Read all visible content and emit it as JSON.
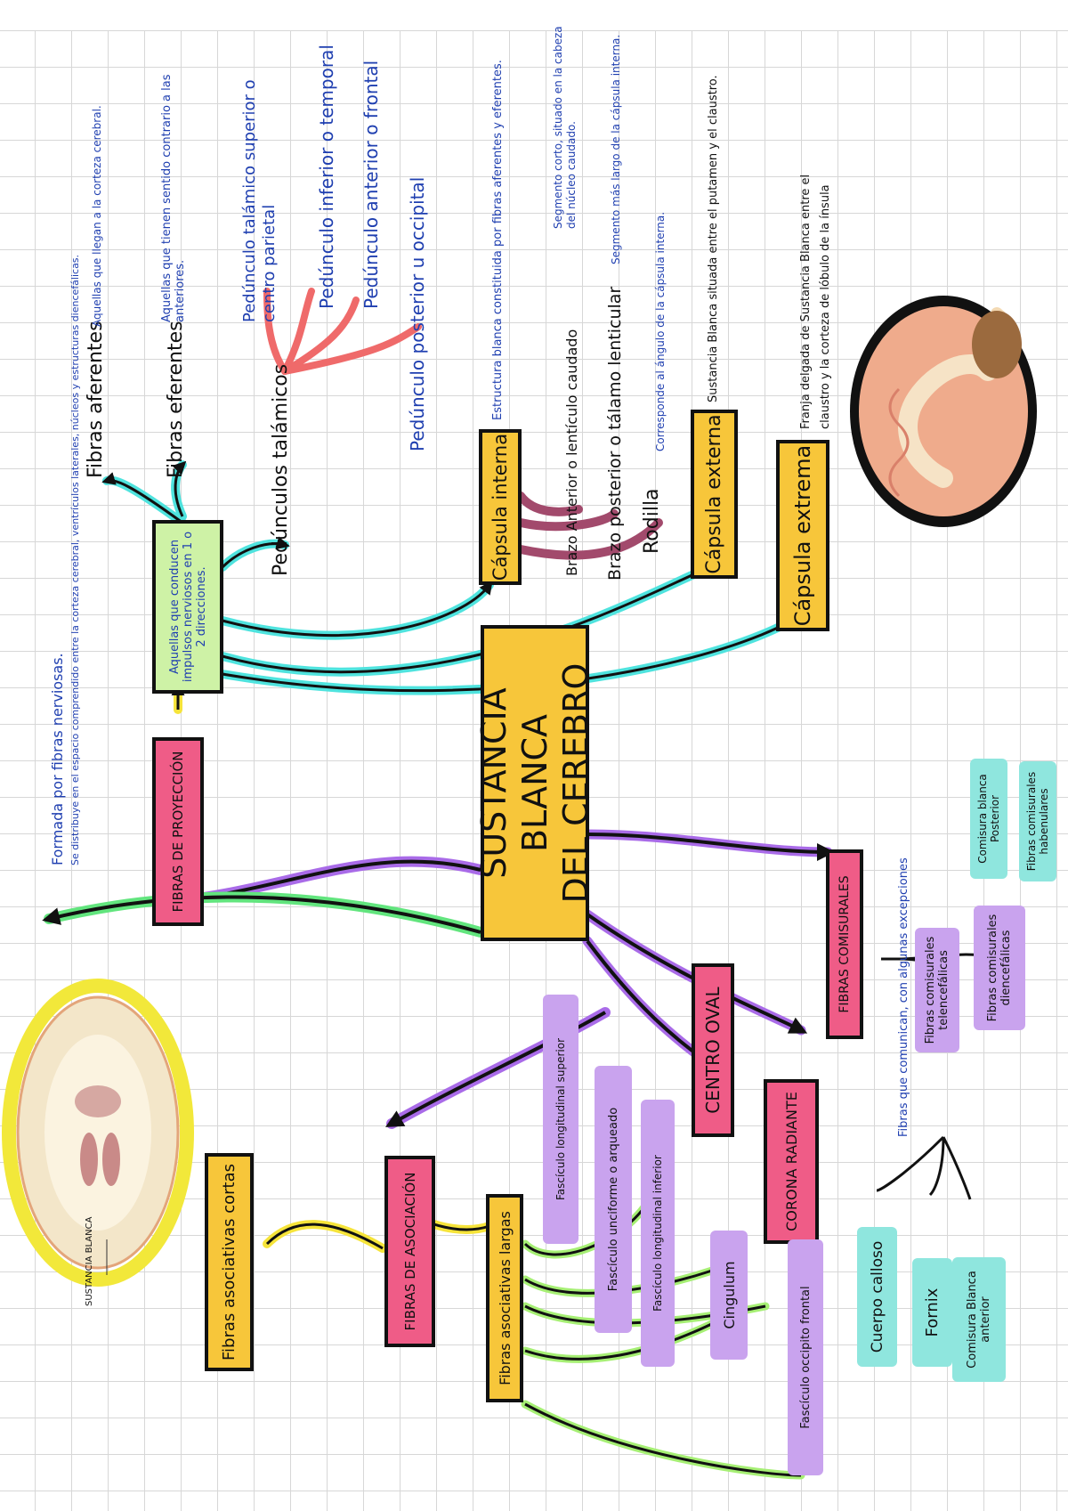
{
  "main": {
    "title_line1": "SUSTANCIA BLANCA",
    "title_line2": "DEL CEREBRO",
    "intro_line1": "Formada por fibras nerviosas.",
    "intro_line2": "Se distribuye en el espacio comprendido entre la corteza cerebral, ventrículos laterales, núcleos y estructuras diencefálicas."
  },
  "projection": {
    "label": "FIBRAS DE PROYECCIÓN",
    "desc": "Aquellas que conducen impulsos nerviosos en 1 o 2 direcciones.",
    "afferent": "Fibras aferentes",
    "afferent_desc": "Aquellas que llegan a la corteza cerebral.",
    "efferent": "Fibras eferentes",
    "efferent_desc": "Aquellas que tienen sentido contrario a las anteriores.",
    "peduncles": "Pedúnculos talámicos",
    "peduncle_items": [
      "Pedúnculo talámico superior o centro parietal",
      "Pedúnculo inferior o temporal",
      "Pedúnculo anterior o frontal",
      "Pedúnculo posterior u occipital"
    ],
    "internal_capsule": "Cápsula interna",
    "internal_capsule_desc": "Estructura blanca constituida por fibras aferentes y eferentes.",
    "ic_parts": [
      {
        "name": "Brazo Anterior o lentículo caudado",
        "desc": "Segmento corto, situado en la cabeza del núcleo caudado."
      },
      {
        "name": "Brazo posterior o tálamo lenticular",
        "desc": "Segmento más largo de la cápsula interna."
      },
      {
        "name": "Rodilla",
        "desc": "Corresponde al ángulo de la cápsula interna."
      }
    ],
    "external_capsule": "Cápsula externa",
    "external_capsule_desc": "Sustancia Blanca situada entre el putamen y el claustro.",
    "extreme_capsule": "Cápsula extrema",
    "extreme_capsule_desc": "Franja delgada de Sustancia Blanca entre el claustro y la corteza de lóbulo de la ínsula"
  },
  "commissural": {
    "label": "FIBRAS COMISURALES",
    "desc": "Fibras que comunican, con algunas excepciones",
    "telencephalic": "Fibras comisurales telencefálicas",
    "diencephalic": "Fibras comisurales diencefálicas",
    "tel_items": [
      "Cuerpo calloso",
      "Fornix",
      "Comisura Blanca anterior"
    ],
    "die_items": [
      "Comisura blanca Posterior",
      "Fibras comisurales habenulares"
    ]
  },
  "others": {
    "oval": "CENTRO OVAL",
    "corona": "CORONA RADIANTE"
  },
  "association": {
    "label": "FIBRAS DE ASOCIACIÓN",
    "short": "Fibras asociativas cortas",
    "long": "Fibras asociativas largas",
    "long_items": [
      "Fascículo longitudinal superior",
      "Fascículo unciforme o arqueado",
      "Fascículo longitudinal inferior",
      "Cingulum",
      "Fascículo occipito frontal"
    ]
  },
  "figure": {
    "label": "SUSTANCIA BLANCA"
  },
  "colors": {
    "yellow": "#f7c63a",
    "pink": "#ef5c87",
    "green_box": "#cef2a6",
    "lavender": "#c9a3ee",
    "teal": "#8fe6de",
    "purple_line": "#a96be8",
    "cyan_line": "#4fe3de",
    "red_line": "#ef6a6a",
    "mauve_line": "#a24a6c",
    "light_green_line": "#a6ef74",
    "yellow_line": "#f6e43a",
    "blue_text": "#1f3fb0"
  }
}
